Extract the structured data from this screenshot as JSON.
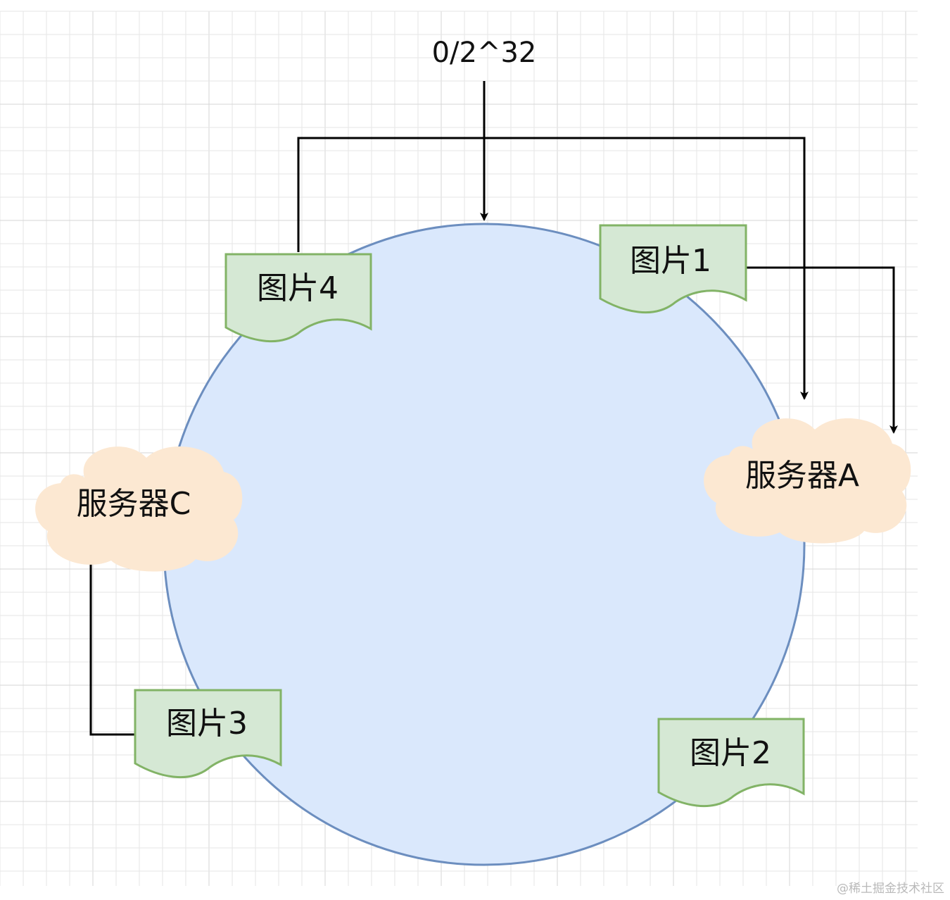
{
  "diagram": {
    "ring_origin_label": "0/2^32",
    "images": [
      {
        "id": "img1",
        "label": "图片1"
      },
      {
        "id": "img2",
        "label": "图片2"
      },
      {
        "id": "img3",
        "label": "图片3"
      },
      {
        "id": "img4",
        "label": "图片4"
      }
    ],
    "servers": [
      {
        "id": "srvA",
        "label": "服务器A"
      },
      {
        "id": "srvC",
        "label": "服务器C"
      }
    ]
  },
  "colors": {
    "grid": "#e6e6e6",
    "ring_fill": "#dae8fc",
    "ring_stroke": "#6c8ebf",
    "doc_fill": "#d5e8d4",
    "doc_stroke": "#82b366",
    "cloud_fill": "#fce8d2",
    "arrow": "#000000"
  },
  "watermark": "@稀土掘金技术社区"
}
